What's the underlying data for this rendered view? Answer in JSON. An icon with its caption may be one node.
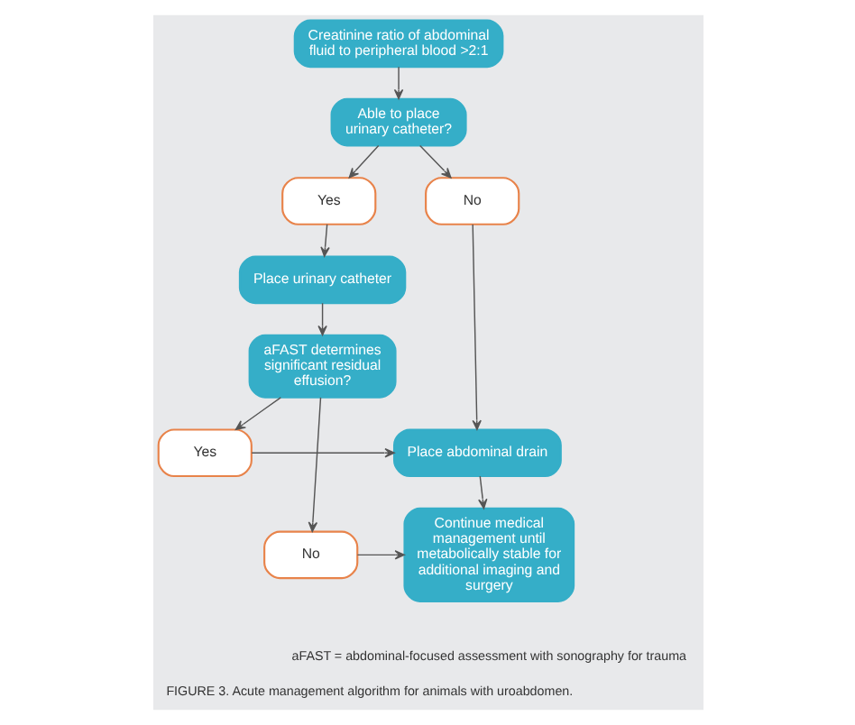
{
  "diagram": {
    "caption": "FIGURE 3. Acute management algorithm for animals with uroabdomen.",
    "nodes": [
      {
        "text": [
          "Creatinine ratio of abdominal fluid to peripheral blood >2:1"
        ]
      },
      {
        "text": [
          "Able to place urinary catheter?"
        ]
      },
      {
        "text": [
          "Yes"
        ]
      },
      {
        "text": [
          "No"
        ]
      },
      {
        "text": [
          "Place urinary catheter"
        ]
      },
      {
        "text": [
          "aFAST determines significant residual effusion?"
        ]
      },
      {
        "text": [
          "Yes"
        ]
      },
      {
        "text": [
          "No"
        ]
      },
      {
        "text": [
          "Place abdominal drain"
        ]
      },
      {
        "text": [
          "Continue medical management until metabolically stable for additional imaging and surgery"
        ]
      }
    ],
    "edges": [
      {
        "from": 0,
        "to": 1,
        "arrow": "to"
      },
      {
        "from": 1,
        "to": 2,
        "arrow": "to"
      },
      {
        "from": 1,
        "to": 3,
        "arrow": "to"
      },
      {
        "from": 2,
        "to": 4,
        "arrow": "to"
      },
      {
        "from": 4,
        "to": 5,
        "arrow": "to"
      },
      {
        "from": 5,
        "to": 6,
        "arrow": "to"
      },
      {
        "from": 5,
        "to": 7,
        "arrow": "to"
      },
      {
        "from": 6,
        "to": 8,
        "arrow": "to"
      },
      {
        "from": 3,
        "to": 8,
        "arrow": "to"
      },
      {
        "from": 8,
        "to": 9,
        "arrow": "to"
      },
      {
        "from": 7,
        "to": 9,
        "arrow": "to"
      }
    ],
    "labels": [
      "aFAST = abdominal-focused assessment with sonography for trauma"
    ]
  }
}
